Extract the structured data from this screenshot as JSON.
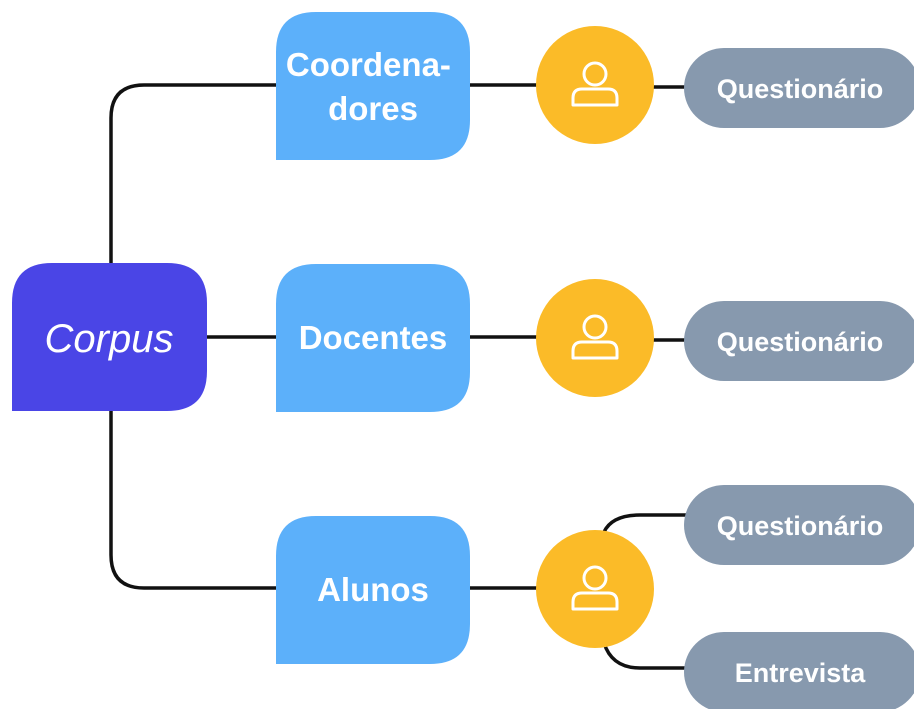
{
  "colors": {
    "root": "#4a45e6",
    "group": "#5cb0fa",
    "participant": "#fbbb28",
    "instrument": "#8799ae",
    "connector": "#111111"
  },
  "root": {
    "label": "Corpus"
  },
  "groups": [
    {
      "label_lines": [
        "Coordena-",
        "dores"
      ],
      "participant_icon": "person-icon",
      "instruments": [
        "Questionário"
      ]
    },
    {
      "label_lines": [
        "Docentes"
      ],
      "participant_icon": "person-icon",
      "instruments": [
        "Questionário"
      ]
    },
    {
      "label_lines": [
        "Alunos"
      ],
      "participant_icon": "person-icon",
      "instruments": [
        "Questionário",
        "Entrevista"
      ]
    }
  ]
}
